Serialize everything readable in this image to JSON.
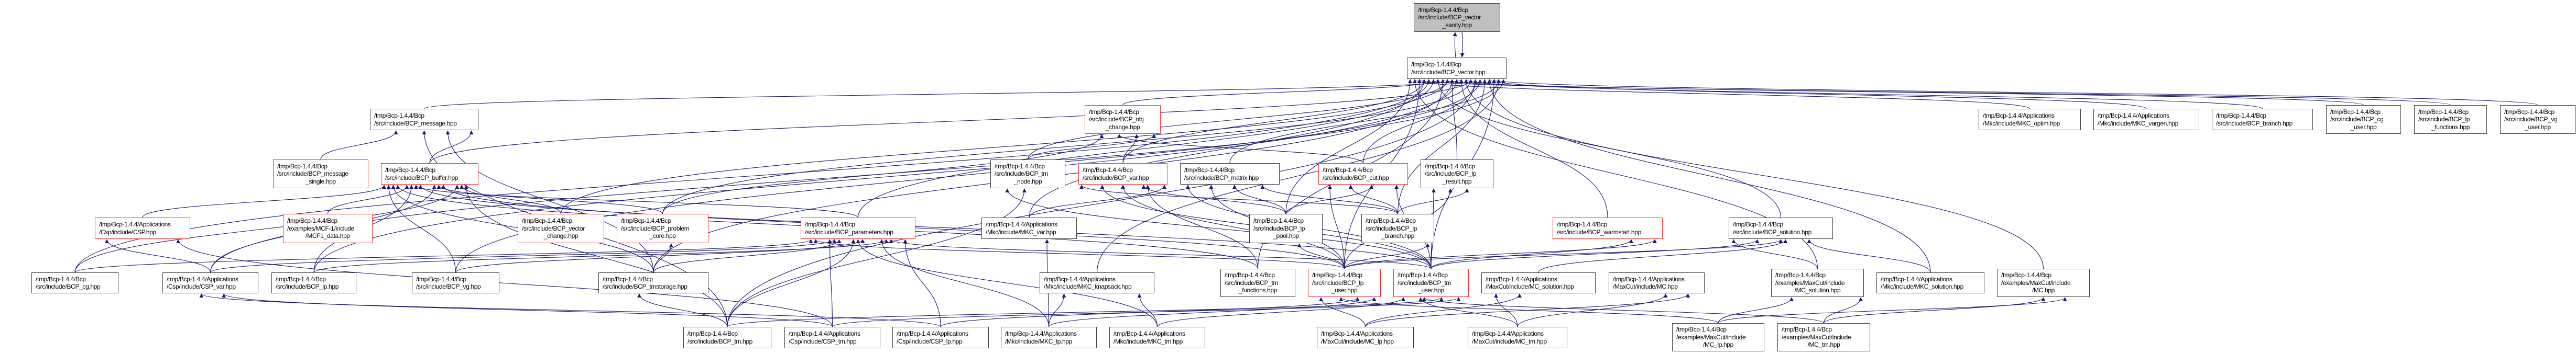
{
  "graph": {
    "edge_color": "#191970",
    "highlight_border": "#ff0000",
    "root_fill": "#bfbfbf",
    "nodes": [
      {
        "id": "sanity",
        "style": "root",
        "lines": [
          "/tmp/Bcp-1.4.4/Bcp",
          "/src/include/BCP_vector",
          "_sanity.hpp"
        ]
      },
      {
        "id": "vector",
        "style": "normal",
        "lines": [
          "/tmp/Bcp-1.4.4/Bcp",
          "/src/include/BCP_vector.hpp"
        ]
      },
      {
        "id": "message",
        "style": "normal",
        "lines": [
          "/tmp/Bcp-1.4.4/Bcp",
          "/src/include/BCP_message.hpp"
        ]
      },
      {
        "id": "obj_change",
        "style": "red",
        "lines": [
          "/tmp/Bcp-1.4.4/Bcp",
          "/src/include/BCP_obj",
          "_change.hpp"
        ]
      },
      {
        "id": "mkc_optim",
        "style": "normal",
        "lines": [
          "/tmp/Bcp-1.4.4/Applications",
          "/Mkc/include/MKC_optim.hpp"
        ]
      },
      {
        "id": "mkc_vargen",
        "style": "normal",
        "lines": [
          "/tmp/Bcp-1.4.4/Applications",
          "/Mkc/include/MKC_vargen.hpp"
        ]
      },
      {
        "id": "branch",
        "style": "normal",
        "lines": [
          "/tmp/Bcp-1.4.4/Bcp",
          "/src/include/BCP_branch.hpp"
        ]
      },
      {
        "id": "cg_user",
        "style": "normal",
        "lines": [
          "/tmp/Bcp-1.4.4/Bcp",
          "/src/include/BCP_cg",
          "_user.hpp"
        ]
      },
      {
        "id": "lp_functions",
        "style": "normal",
        "lines": [
          "/tmp/Bcp-1.4.4/Bcp",
          "/src/include/BCP_lp",
          "_functions.hpp"
        ]
      },
      {
        "id": "vg_user",
        "style": "normal",
        "lines": [
          "/tmp/Bcp-1.4.4/Bcp",
          "/src/include/BCP_vg",
          "_user.hpp"
        ]
      },
      {
        "id": "message_single",
        "style": "red",
        "lines": [
          "/tmp/Bcp-1.4.4/Bcp",
          "/src/include/BCP_message",
          "_single.hpp"
        ]
      },
      {
        "id": "buffer",
        "style": "red",
        "lines": [
          "/tmp/Bcp-1.4.4/Bcp",
          "/src/include/BCP_buffer.hpp"
        ]
      },
      {
        "id": "tm_node",
        "style": "normal",
        "lines": [
          "/tmp/Bcp-1.4.4/Bcp",
          "/src/include/BCP_tm",
          "_node.hpp"
        ]
      },
      {
        "id": "var",
        "style": "red",
        "lines": [
          "/tmp/Bcp-1.4.4/Bcp",
          "/src/include/BCP_var.hpp"
        ]
      },
      {
        "id": "matrix",
        "style": "normal",
        "lines": [
          "/tmp/Bcp-1.4.4/Bcp",
          "/src/include/BCP_matrix.hpp"
        ]
      },
      {
        "id": "cut",
        "style": "red",
        "lines": [
          "/tmp/Bcp-1.4.4/Bcp",
          "/src/include/BCP_cut.hpp"
        ]
      },
      {
        "id": "lp_result",
        "style": "normal",
        "lines": [
          "/tmp/Bcp-1.4.4/Bcp",
          "/src/include/BCP_lp",
          "_result.hpp"
        ]
      },
      {
        "id": "csp",
        "style": "red",
        "lines": [
          "/tmp/Bcp-1.4.4/Applications",
          "/Csp/include/CSP.hpp"
        ]
      },
      {
        "id": "mcf1",
        "style": "red",
        "lines": [
          "/tmp/Bcp-1.4.4/Bcp",
          "/examples/MCF-1/include",
          "/MCF1_data.hpp"
        ]
      },
      {
        "id": "vector_change",
        "style": "red",
        "lines": [
          "/tmp/Bcp-1.4.4/Bcp",
          "/src/include/BCP_vector",
          "_change.hpp"
        ]
      },
      {
        "id": "problem_core",
        "style": "red",
        "lines": [
          "/tmp/Bcp-1.4.4/Bcp",
          "/src/include/BCP_problem",
          "_core.hpp"
        ]
      },
      {
        "id": "parameters",
        "style": "red",
        "lines": [
          "/tmp/Bcp-1.4.4/Bcp",
          "/src/include/BCP_parameters.hpp"
        ]
      },
      {
        "id": "mkc_var",
        "style": "normal",
        "lines": [
          "/tmp/Bcp-1.4.4/Applications",
          "/Mkc/include/MKC_var.hpp"
        ]
      },
      {
        "id": "lp_pool",
        "style": "normal",
        "lines": [
          "/tmp/Bcp-1.4.4/Bcp",
          "/src/include/BCP_lp",
          "_pool.hpp"
        ]
      },
      {
        "id": "lp_branch",
        "style": "normal",
        "lines": [
          "/tmp/Bcp-1.4.4/Bcp",
          "/src/include/BCP_lp",
          "_branch.hpp"
        ]
      },
      {
        "id": "warmstart",
        "style": "red",
        "lines": [
          "/tmp/Bcp-1.4.4/Bcp",
          "/src/include/BCP_warmstart.hpp"
        ]
      },
      {
        "id": "solution",
        "style": "normal",
        "lines": [
          "/tmp/Bcp-1.4.4/Bcp",
          "/src/include/BCP_solution.hpp"
        ]
      },
      {
        "id": "cg",
        "style": "normal",
        "lines": [
          "/tmp/Bcp-1.4.4/Bcp",
          "/src/include/BCP_cg.hpp"
        ]
      },
      {
        "id": "csp_var",
        "style": "normal",
        "lines": [
          "/tmp/Bcp-1.4.4/Applications",
          "/Csp/include/CSP_var.hpp"
        ]
      },
      {
        "id": "lp",
        "style": "normal",
        "lines": [
          "/tmp/Bcp-1.4.4/Bcp",
          "/src/include/BCP_lp.hpp"
        ]
      },
      {
        "id": "vg",
        "style": "normal",
        "lines": [
          "/tmp/Bcp-1.4.4/Bcp",
          "/src/include/BCP_vg.hpp"
        ]
      },
      {
        "id": "tmstorage",
        "style": "normal",
        "lines": [
          "/tmp/Bcp-1.4.4/Bcp",
          "/src/include/BCP_tmstorage.hpp"
        ]
      },
      {
        "id": "mkc_knapsack",
        "style": "normal",
        "lines": [
          "/tmp/Bcp-1.4.4/Applications",
          "/Mkc/include/MKC_knapsack.hpp"
        ]
      },
      {
        "id": "tm_functions",
        "style": "normal",
        "lines": [
          "/tmp/Bcp-1.4.4/Bcp",
          "/src/include/BCP_tm",
          "_functions.hpp"
        ]
      },
      {
        "id": "lp_user",
        "style": "red",
        "lines": [
          "/tmp/Bcp-1.4.4/Bcp",
          "/src/include/BCP_lp",
          "_user.hpp"
        ]
      },
      {
        "id": "tm_user",
        "style": "red",
        "lines": [
          "/tmp/Bcp-1.4.4/Bcp",
          "/src/include/BCP_tm",
          "_user.hpp"
        ]
      },
      {
        "id": "mc_solution_app",
        "style": "normal",
        "lines": [
          "/tmp/Bcp-1.4.4/Applications",
          "/MaxCut/include/MC_solution.hpp"
        ]
      },
      {
        "id": "mc_app",
        "style": "normal",
        "lines": [
          "/tmp/Bcp-1.4.4/Applications",
          "/MaxCut/include/MC.hpp"
        ]
      },
      {
        "id": "mc_solution_ex",
        "style": "normal",
        "lines": [
          "/tmp/Bcp-1.4.4/Bcp",
          "/examples/MaxCut/include",
          "/MC_solution.hpp"
        ]
      },
      {
        "id": "mkc_solution",
        "style": "normal",
        "lines": [
          "/tmp/Bcp-1.4.4/Applications",
          "/Mkc/include/MKC_solution.hpp"
        ]
      },
      {
        "id": "mc_ex",
        "style": "normal",
        "lines": [
          "/tmp/Bcp-1.4.4/Bcp",
          "/examples/MaxCut/include",
          "/MC.hpp"
        ]
      },
      {
        "id": "tm",
        "style": "normal",
        "lines": [
          "/tmp/Bcp-1.4.4/Bcp",
          "/src/include/BCP_tm.hpp"
        ]
      },
      {
        "id": "csp_tm",
        "style": "normal",
        "lines": [
          "/tmp/Bcp-1.4.4/Applications",
          "/Csp/include/CSP_tm.hpp"
        ]
      },
      {
        "id": "csp_lp",
        "style": "normal",
        "lines": [
          "/tmp/Bcp-1.4.4/Applications",
          "/Csp/include/CSP_lp.hpp"
        ]
      },
      {
        "id": "mkc_lp",
        "style": "normal",
        "lines": [
          "/tmp/Bcp-1.4.4/Applications",
          "/Mkc/include/MKC_lp.hpp"
        ]
      },
      {
        "id": "mkc_tm",
        "style": "normal",
        "lines": [
          "/tmp/Bcp-1.4.4/Applications",
          "/Mkc/include/MKC_tm.hpp"
        ]
      },
      {
        "id": "mc_lp_app",
        "style": "normal",
        "lines": [
          "/tmp/Bcp-1.4.4/Applications",
          "/MaxCut/include/MC_lp.hpp"
        ]
      },
      {
        "id": "mc_tm_app",
        "style": "normal",
        "lines": [
          "/tmp/Bcp-1.4.4/Applications",
          "/MaxCut/include/MC_tm.hpp"
        ]
      },
      {
        "id": "mc_lp_ex",
        "style": "normal",
        "lines": [
          "/tmp/Bcp-1.4.4/Bcp",
          "/examples/MaxCut/include",
          "/MC_lp.hpp"
        ]
      },
      {
        "id": "mc_tm_ex",
        "style": "normal",
        "lines": [
          "/tmp/Bcp-1.4.4/Bcp",
          "/examples/MaxCut/include",
          "/MC_tm.hpp"
        ]
      }
    ],
    "edges": [
      [
        "vector",
        "sanity"
      ],
      [
        "sanity",
        "vector"
      ],
      [
        "message",
        "vector"
      ],
      [
        "obj_change",
        "vector"
      ],
      [
        "mkc_optim",
        "vector"
      ],
      [
        "mkc_vargen",
        "vector"
      ],
      [
        "branch",
        "vector"
      ],
      [
        "cg_user",
        "vector"
      ],
      [
        "lp_functions",
        "vector"
      ],
      [
        "vg_user",
        "vector"
      ],
      [
        "buffer",
        "vector"
      ],
      [
        "tm_node",
        "vector"
      ],
      [
        "var",
        "vector"
      ],
      [
        "matrix",
        "vector"
      ],
      [
        "cut",
        "vector"
      ],
      [
        "lp_result",
        "vector"
      ],
      [
        "cg",
        "vector"
      ],
      [
        "csp_var",
        "vector"
      ],
      [
        "lp",
        "vector"
      ],
      [
        "vg",
        "vector"
      ],
      [
        "parameters",
        "vector"
      ],
      [
        "lp_pool",
        "vector"
      ],
      [
        "lp_branch",
        "vector"
      ],
      [
        "warmstart",
        "vector"
      ],
      [
        "solution",
        "vector"
      ],
      [
        "mc_solution_ex",
        "vector"
      ],
      [
        "mkc_solution",
        "vector"
      ],
      [
        "mc_ex",
        "vector"
      ],
      [
        "tm_functions",
        "vector"
      ],
      [
        "lp_user",
        "vector"
      ],
      [
        "tm_user",
        "vector"
      ],
      [
        "problem_core",
        "vector"
      ],
      [
        "vector_change",
        "vector"
      ],
      [
        "mkc_var",
        "vector"
      ],
      [
        "mkc_knapsack",
        "vector"
      ],
      [
        "tm",
        "vector"
      ],
      [
        "tmstorage",
        "vector"
      ],
      [
        "message_single",
        "message"
      ],
      [
        "buffer",
        "message"
      ],
      [
        "tmstorage",
        "message"
      ],
      [
        "tm",
        "message"
      ],
      [
        "mcf1",
        "buffer"
      ],
      [
        "csp",
        "buffer"
      ],
      [
        "cg",
        "buffer"
      ],
      [
        "csp_var",
        "buffer"
      ],
      [
        "lp",
        "buffer"
      ],
      [
        "vg",
        "buffer"
      ],
      [
        "vector_change",
        "buffer"
      ],
      [
        "problem_core",
        "buffer"
      ],
      [
        "parameters",
        "buffer"
      ],
      [
        "tmstorage",
        "buffer"
      ],
      [
        "tm",
        "buffer"
      ],
      [
        "lp_user",
        "buffer"
      ],
      [
        "tm_user",
        "buffer"
      ],
      [
        "tm_functions",
        "buffer"
      ],
      [
        "tm_node",
        "obj_change"
      ],
      [
        "var",
        "obj_change"
      ],
      [
        "cut",
        "obj_change"
      ],
      [
        "problem_core",
        "obj_change"
      ],
      [
        "mkc_var",
        "var"
      ],
      [
        "lp_pool",
        "var"
      ],
      [
        "lp_user",
        "var"
      ],
      [
        "tm_user",
        "var"
      ],
      [
        "lp_branch",
        "var"
      ],
      [
        "tm_functions",
        "var"
      ],
      [
        "lp_pool",
        "matrix"
      ],
      [
        "lp_user",
        "matrix"
      ],
      [
        "tm_user",
        "matrix"
      ],
      [
        "lp_branch",
        "matrix"
      ],
      [
        "lp_pool",
        "cut"
      ],
      [
        "lp_branch",
        "cut"
      ],
      [
        "lp_user",
        "cut"
      ],
      [
        "tm_user",
        "cut"
      ],
      [
        "lp_branch",
        "lp_result"
      ],
      [
        "lp_user",
        "lp_result"
      ],
      [
        "tm_user",
        "lp_result"
      ],
      [
        "lp_user",
        "lp_branch"
      ],
      [
        "lp_user",
        "lp_pool"
      ],
      [
        "tm",
        "parameters"
      ],
      [
        "csp_tm",
        "parameters"
      ],
      [
        "csp_lp",
        "parameters"
      ],
      [
        "mkc_lp",
        "parameters"
      ],
      [
        "mkc_tm",
        "parameters"
      ],
      [
        "csp_var",
        "parameters"
      ],
      [
        "cg",
        "parameters"
      ],
      [
        "lp",
        "parameters"
      ],
      [
        "vg",
        "parameters"
      ],
      [
        "tmstorage",
        "parameters"
      ],
      [
        "lp_user",
        "parameters"
      ],
      [
        "tm_user",
        "parameters"
      ],
      [
        "tmstorage",
        "problem_core"
      ],
      [
        "tm",
        "tmstorage"
      ],
      [
        "csp_var",
        "csp"
      ],
      [
        "csp_tm",
        "csp"
      ],
      [
        "csp_tm",
        "csp_var"
      ],
      [
        "csp_lp",
        "csp_var"
      ],
      [
        "mkc_lp",
        "mkc_knapsack"
      ],
      [
        "mkc_tm",
        "mkc_knapsack"
      ],
      [
        "mkc_lp",
        "mkc_var"
      ],
      [
        "tm",
        "tm_node"
      ],
      [
        "tm_user",
        "tm_node"
      ],
      [
        "lp_user",
        "warmstart"
      ],
      [
        "tm_user",
        "warmstart"
      ],
      [
        "lp_user",
        "solution"
      ],
      [
        "tm_user",
        "solution"
      ],
      [
        "mc_solution_ex",
        "solution"
      ],
      [
        "mkc_solution",
        "solution"
      ],
      [
        "mc_solution_app",
        "solution"
      ],
      [
        "mc_lp_app",
        "mc_solution_app"
      ],
      [
        "mc_tm_app",
        "mc_solution_app"
      ],
      [
        "mc_lp_app",
        "mc_app"
      ],
      [
        "mc_tm_app",
        "mc_app"
      ],
      [
        "mc_tm_app",
        "tm_user"
      ],
      [
        "mkc_tm",
        "tm_user"
      ],
      [
        "csp_tm",
        "tm_user"
      ],
      [
        "tm",
        "tm_user"
      ],
      [
        "mc_tm_ex",
        "tm_user"
      ],
      [
        "mc_lp_app",
        "lp_user"
      ],
      [
        "mkc_lp",
        "lp_user"
      ],
      [
        "csp_lp",
        "lp_user"
      ],
      [
        "mc_lp_ex",
        "lp_user"
      ],
      [
        "mc_lp_ex",
        "mc_solution_ex"
      ],
      [
        "mc_tm_ex",
        "mc_solution_ex"
      ],
      [
        "mc_lp_ex",
        "mc_ex"
      ],
      [
        "mc_tm_ex",
        "mc_ex"
      ]
    ]
  }
}
